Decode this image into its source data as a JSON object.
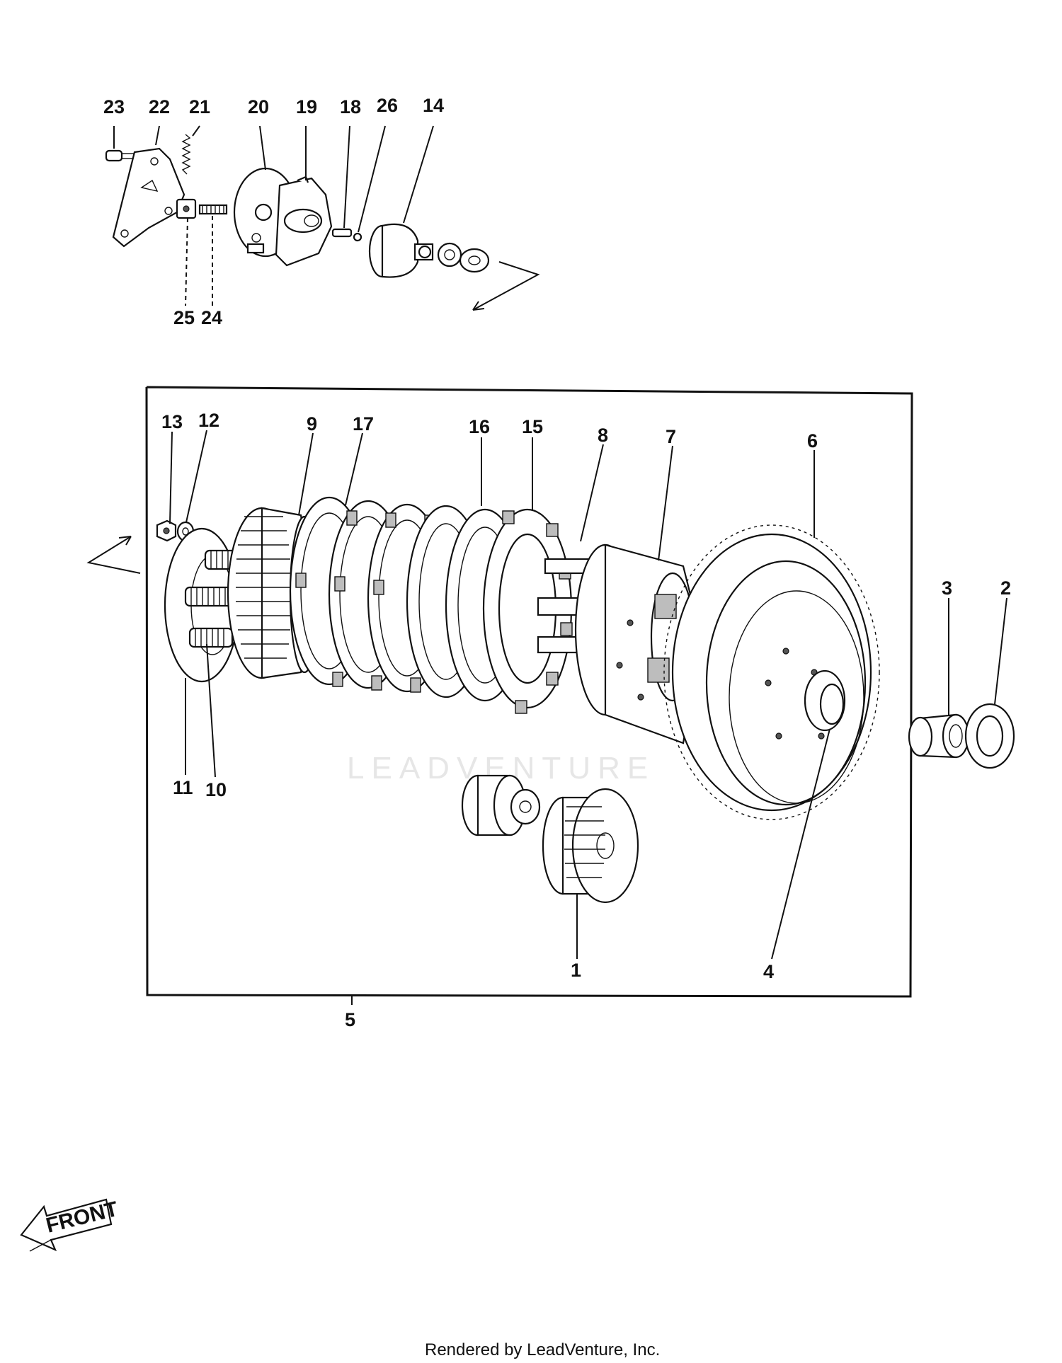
{
  "callouts": {
    "c1": "1",
    "c2": "2",
    "c3": "3",
    "c4": "4",
    "c5": "5",
    "c6": "6",
    "c7": "7",
    "c8": "8",
    "c9": "9",
    "c10": "10",
    "c11": "11",
    "c12": "12",
    "c13": "13",
    "c14": "14",
    "c15": "15",
    "c16": "16",
    "c17": "17",
    "c18": "18",
    "c19": "19",
    "c20": "20",
    "c21": "21",
    "c22": "22",
    "c23": "23",
    "c24": "24",
    "c25": "25",
    "c26": "26"
  },
  "watermark": "LEADVENTURE",
  "front_label": "FRONT",
  "footer": "Rendered by LeadVenture, Inc."
}
